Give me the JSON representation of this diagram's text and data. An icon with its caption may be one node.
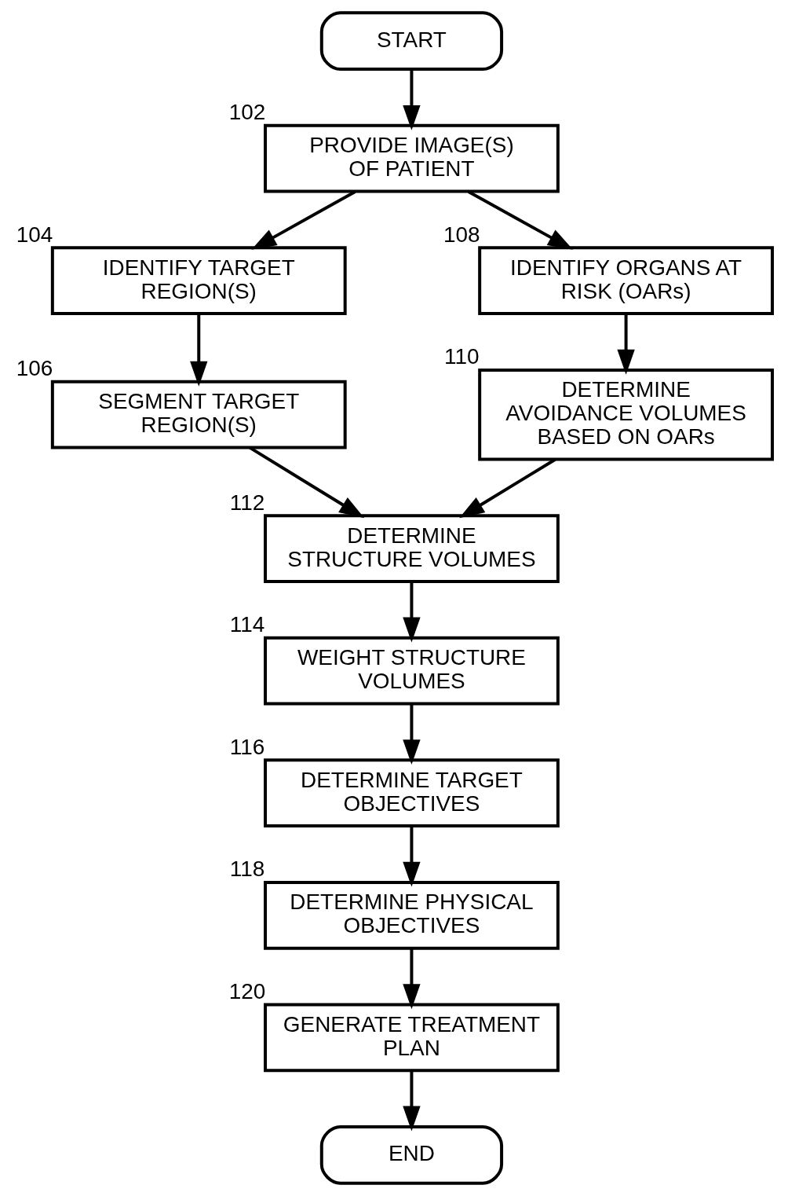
{
  "diagram": {
    "nodes": [
      {
        "text": [
          "START"
        ]
      },
      {
        "text": [
          "PROVIDE IMAGE(S) OF PATIENT"
        ],
        "beside": [
          "102"
        ]
      },
      {
        "text": [
          "IDENTIFY TARGET REGION(S)"
        ],
        "beside": [
          "104"
        ]
      },
      {
        "text": [
          "SEGMENT TARGET REGION(S)"
        ],
        "beside": [
          "106"
        ]
      },
      {
        "text": [
          "IDENTIFY ORGANS AT RISK (OARs)"
        ],
        "beside": [
          "108"
        ]
      },
      {
        "text": [
          "DETERMINE AVOIDANCE VOLUMES BASED ON OARs"
        ],
        "beside": [
          "110"
        ]
      },
      {
        "text": [
          "DETERMINE STRUCTURE VOLUMES"
        ],
        "beside": [
          "112"
        ]
      },
      {
        "text": [
          "WEIGHT STRUCTURE VOLUMES"
        ],
        "beside": [
          "114"
        ]
      },
      {
        "text": [
          "DETERMINE TARGET OBJECTIVES"
        ],
        "beside": [
          "116"
        ]
      },
      {
        "text": [
          "DETERMINE PHYSICAL OBJECTIVES"
        ],
        "beside": [
          "118"
        ]
      },
      {
        "text": [
          "GENERATE TREATMENT PLAN"
        ],
        "beside": [
          "120"
        ]
      },
      {
        "text": [
          "END"
        ]
      }
    ],
    "edges": [
      {
        "from": 0,
        "to": 1,
        "arrow": "to"
      },
      {
        "from": 1,
        "to": 2,
        "arrow": "to"
      },
      {
        "from": 1,
        "to": 4,
        "arrow": "to"
      },
      {
        "from": 2,
        "to": 3,
        "arrow": "to"
      },
      {
        "from": 4,
        "to": 5,
        "arrow": "to"
      },
      {
        "from": 3,
        "to": 6,
        "arrow": "to"
      },
      {
        "from": 5,
        "to": 6,
        "arrow": "to"
      },
      {
        "from": 6,
        "to": 7,
        "arrow": "to"
      },
      {
        "from": 7,
        "to": 8,
        "arrow": "to"
      },
      {
        "from": 8,
        "to": 9,
        "arrow": "to"
      },
      {
        "from": 9,
        "to": 10,
        "arrow": "to"
      },
      {
        "from": 10,
        "to": 11,
        "arrow": "to"
      }
    ]
  }
}
